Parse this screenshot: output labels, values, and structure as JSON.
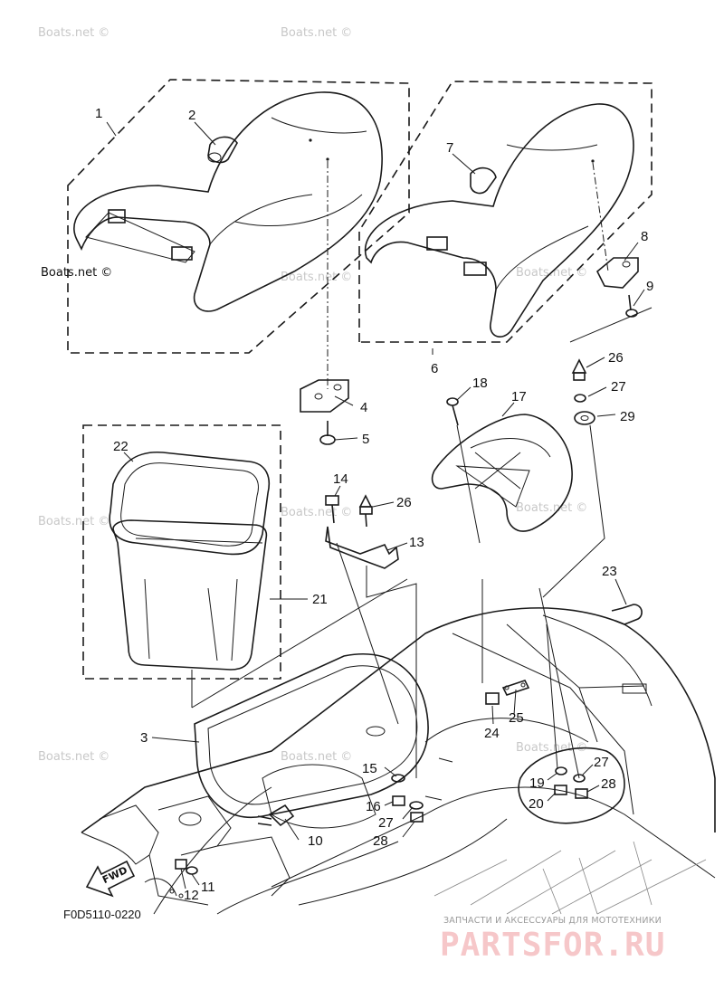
{
  "diagram": {
    "code": "F0D5110-0220",
    "fwd_label": "FWD",
    "watermark": "Boats.net ©",
    "callouts": [
      "1",
      "2",
      "3",
      "4",
      "5",
      "6",
      "7",
      "8",
      "9",
      "10",
      "11",
      "12",
      "13",
      "14",
      "15",
      "16",
      "17",
      "18",
      "19",
      "20",
      "21",
      "22",
      "23",
      "24",
      "25",
      "26",
      "26",
      "27",
      "27",
      "27",
      "28",
      "28",
      "29"
    ]
  },
  "shop": {
    "tagline": "ЗАПЧАСТИ И АКСЕССУАРЫ ДЛЯ МОТОТЕХНИКИ",
    "logo": "PARTSFOR.RU",
    "logo_color": "#f6c7c9"
  }
}
